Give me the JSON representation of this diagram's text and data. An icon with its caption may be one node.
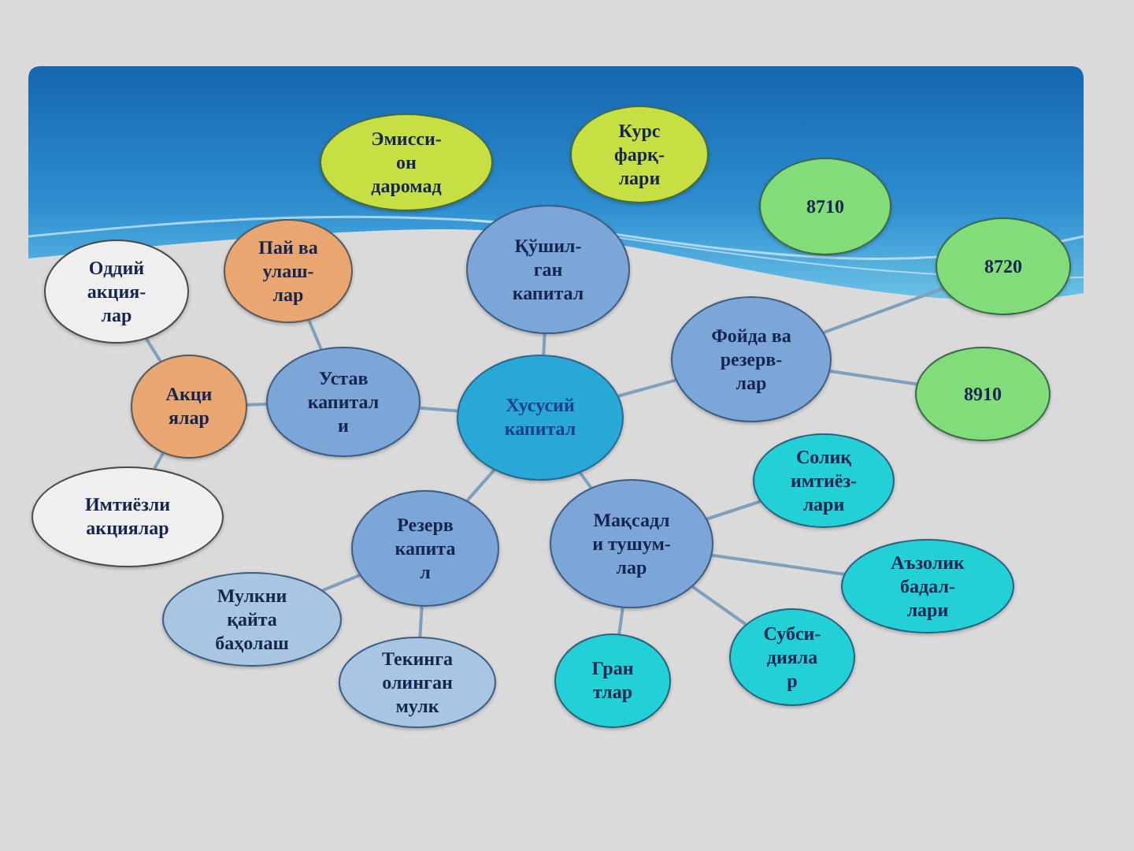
{
  "diagram": {
    "nodes": [
      {
        "text": [
          "Хусусий капитал"
        ]
      },
      {
        "text": [
          "Устав капитал и"
        ]
      },
      {
        "text": [
          "Акци ялар"
        ]
      },
      {
        "text": [
          "Оддий акция- лар"
        ]
      },
      {
        "text": [
          "Пай ва улаш- лар"
        ]
      },
      {
        "text": [
          "Имтиёзли акциялар"
        ]
      },
      {
        "text": [
          "Қўшил- ган капитал"
        ]
      },
      {
        "text": [
          "Эмисси- он даромад"
        ]
      },
      {
        "text": [
          "Курс фарқ- лари"
        ]
      },
      {
        "text": [
          "Фойда ва резерв- лар"
        ]
      },
      {
        "text": [
          "8710"
        ]
      },
      {
        "text": [
          "8720"
        ]
      },
      {
        "text": [
          "8910"
        ]
      },
      {
        "text": [
          "Резерв капита л"
        ]
      },
      {
        "text": [
          "Мулкни қайта баҳолаш"
        ]
      },
      {
        "text": [
          "Текинга олинган мулк"
        ]
      },
      {
        "text": [
          "Мақсадл и тушум- лар"
        ]
      },
      {
        "text": [
          "Солиқ имтиёз- лари"
        ]
      },
      {
        "text": [
          "Аъзолик бадал- лари"
        ]
      },
      {
        "text": [
          "Субси- дияла р"
        ]
      },
      {
        "text": [
          "Гран тлар"
        ]
      }
    ],
    "edges": [
      {
        "from": 0,
        "to": 6,
        "arrow": "none"
      },
      {
        "from": 0,
        "to": 1,
        "arrow": "none"
      },
      {
        "from": 0,
        "to": 9,
        "arrow": "none"
      },
      {
        "from": 0,
        "to": 13,
        "arrow": "none"
      },
      {
        "from": 0,
        "to": 16,
        "arrow": "none"
      },
      {
        "from": 1,
        "to": 2,
        "arrow": "none"
      },
      {
        "from": 1,
        "to": 4,
        "arrow": "none"
      },
      {
        "from": 2,
        "to": 3,
        "arrow": "none"
      },
      {
        "from": 2,
        "to": 5,
        "arrow": "none"
      },
      {
        "from": 9,
        "to": 11,
        "arrow": "none"
      },
      {
        "from": 9,
        "to": 12,
        "arrow": "none"
      },
      {
        "from": 13,
        "to": 14,
        "arrow": "none"
      },
      {
        "from": 13,
        "to": 15,
        "arrow": "none"
      },
      {
        "from": 16,
        "to": 17,
        "arrow": "none"
      },
      {
        "from": 16,
        "to": 18,
        "arrow": "none"
      },
      {
        "from": 16,
        "to": 19,
        "arrow": "none"
      },
      {
        "from": 16,
        "to": 20,
        "arrow": "none"
      }
    ]
  }
}
